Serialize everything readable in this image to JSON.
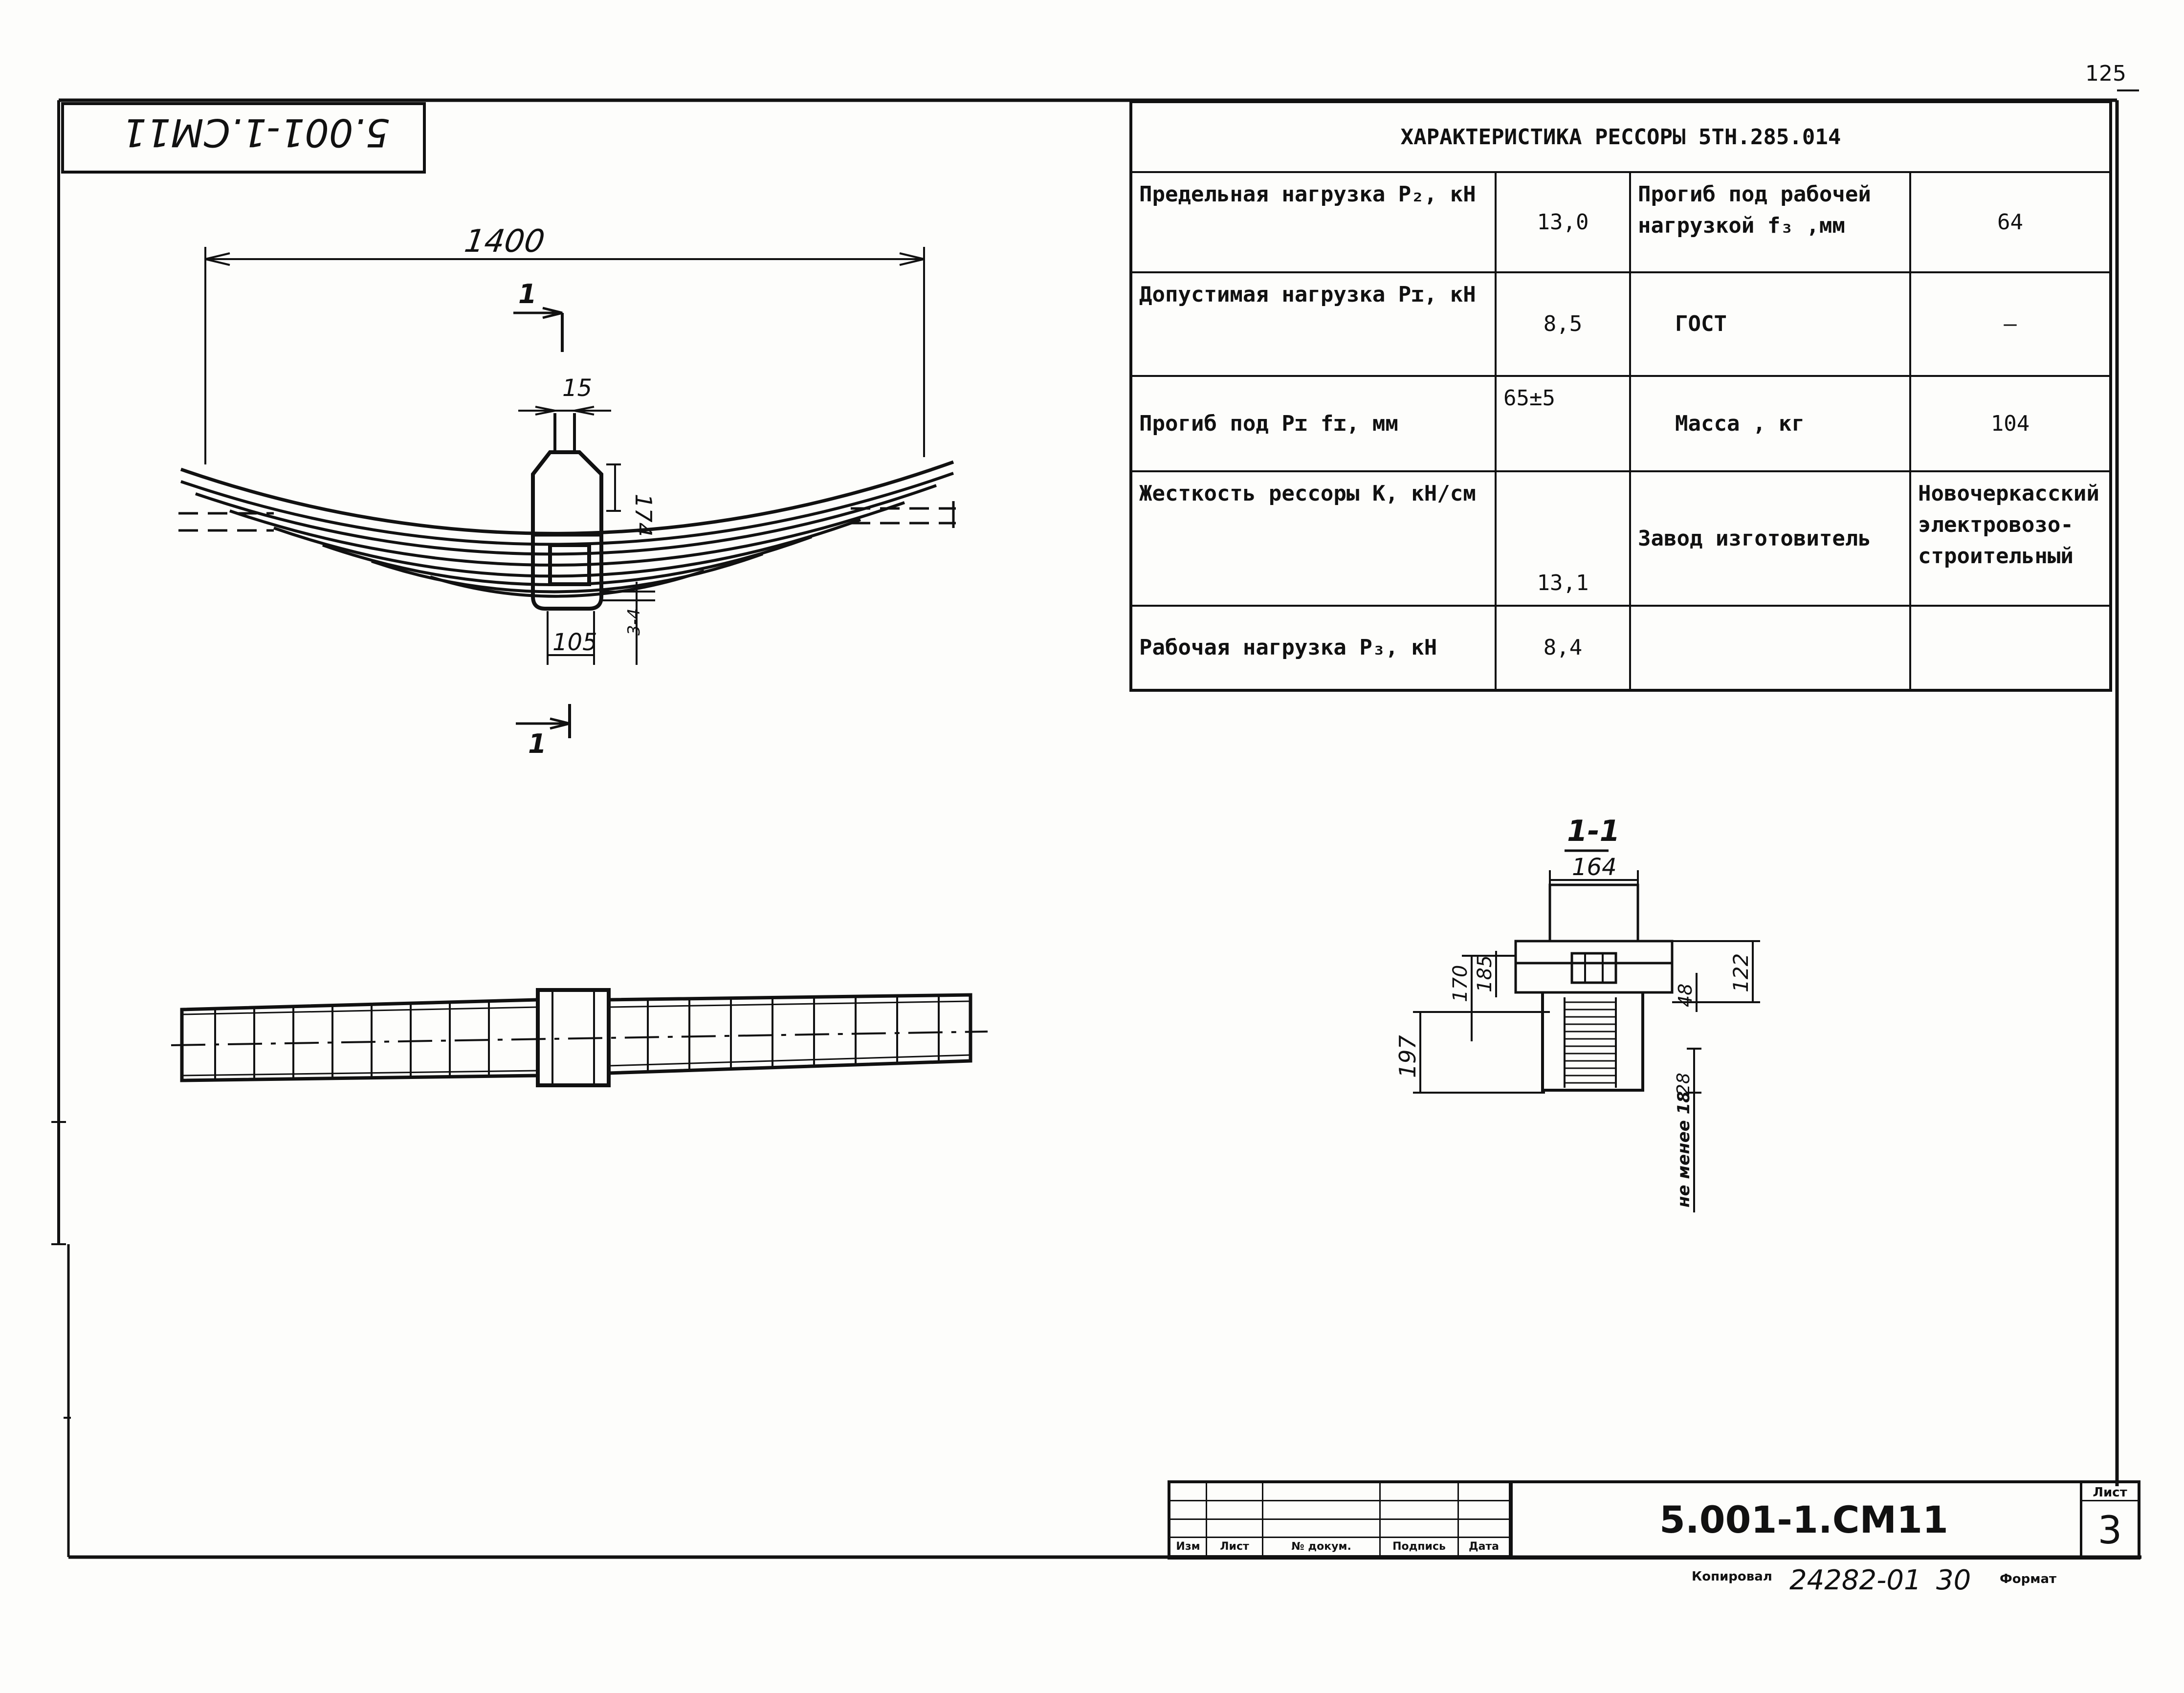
{
  "document": {
    "corner_code_mirrored": "5.001-1.CM11",
    "page_number_corner": "125"
  },
  "spec_table": {
    "title": "ХАРАКТЕРИСТИКА РЕССОРЫ    5ТН.285.014",
    "rows": [
      {
        "label": "Предельная нагрузка P₂, кН",
        "value": "13,0",
        "label2": "Прогиб под рабочей нагрузкой f₃ ,мм",
        "value2": "64"
      },
      {
        "label": "Допустимая нагрузка Pɪ, кН",
        "value": "8,5",
        "label2": "ГОСТ",
        "value2": "—"
      },
      {
        "label": "Прогиб под Pɪ  fɪ, мм",
        "value": "65±5",
        "label2": "Масса , кг",
        "value2": "104"
      },
      {
        "label": "Жесткость рессоры К, кН/см",
        "value": "13,1",
        "label2": "Завод изготовитель",
        "value2": "Новочеркасский электровозо-строительный"
      },
      {
        "label": "Рабочая нагрузка P₃, кН",
        "value": "8,4",
        "label2": "",
        "value2": ""
      }
    ]
  },
  "front_view": {
    "dim_length": "1400",
    "dim_top": "15",
    "dim_height": "174",
    "dim_clamp_width": "105",
    "dim_gap": "3-4",
    "section_mark_top": "1",
    "section_mark_bottom": "1"
  },
  "section_view": {
    "title": "1-1",
    "dim_width": "164",
    "dim_170": "170",
    "dim_185": "185",
    "dim_48": "48",
    "dim_122": "122",
    "dim_197": "197",
    "dim_28": "28",
    "dim_min_note": "не менее 18"
  },
  "title_block": {
    "headers": [
      "Изм",
      "Лист",
      "№ докум.",
      "Подпись",
      "Дата"
    ],
    "code": "5.001-1.CM11",
    "sheet_label": "Лист",
    "sheet_number": "3"
  },
  "footer": {
    "copy_label": "Копировал",
    "order_number": "24282-01",
    "order_extra": "30",
    "format_label": "Формат"
  }
}
